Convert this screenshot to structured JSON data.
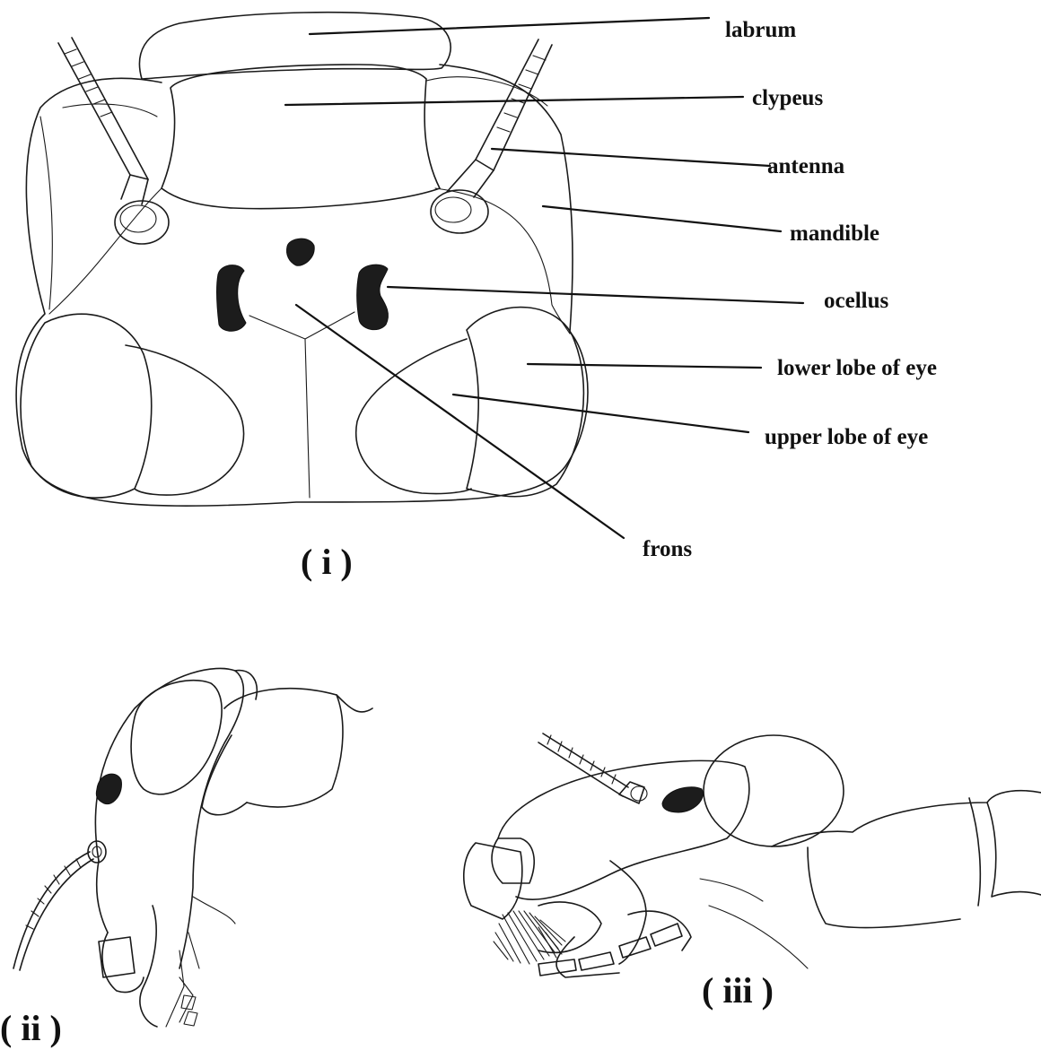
{
  "colors": {
    "ink": "#111111",
    "background": "#ffffff"
  },
  "labels": {
    "labrum": "labrum",
    "clypeus": "clypeus",
    "antenna": "antenna",
    "mandible": "mandible",
    "ocellus": "ocellus",
    "lower_lobe": "lower lobe of eye",
    "upper_lobe": "upper lobe of eye",
    "frons": "frons"
  },
  "panels": {
    "frontal_view": "( i )",
    "side_view_a": "( ii )",
    "side_view_b": "( iii )"
  }
}
